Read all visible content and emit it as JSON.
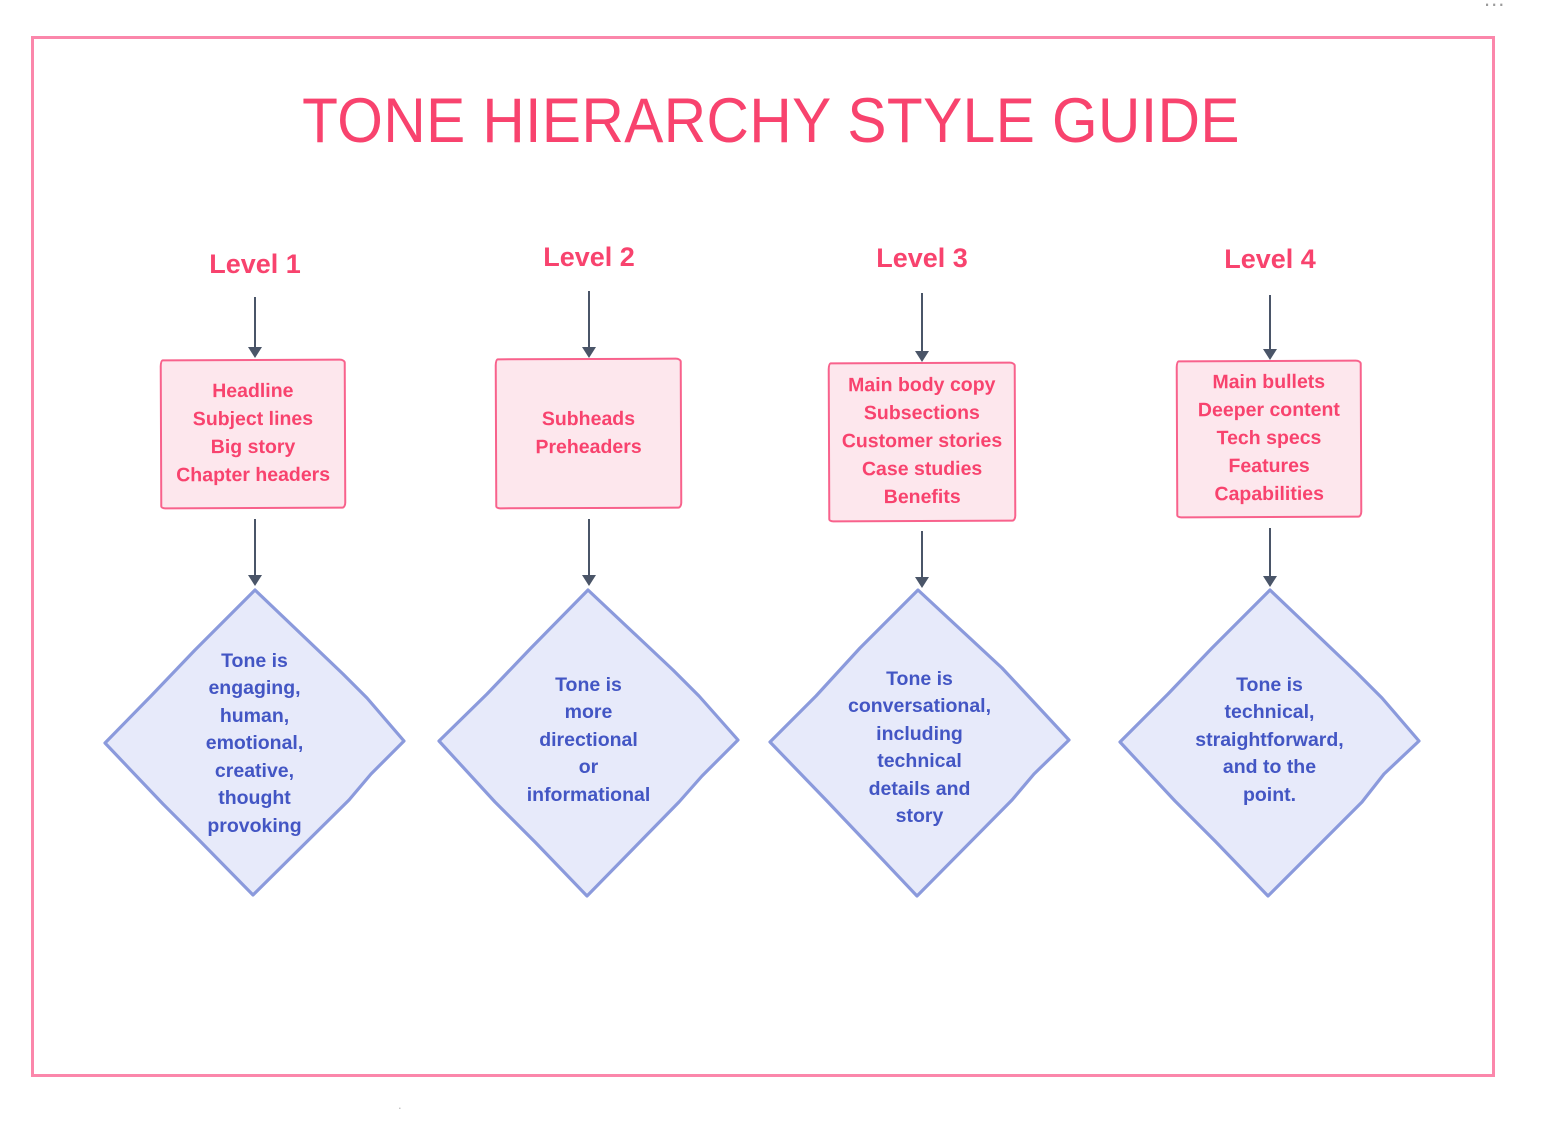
{
  "page": {
    "title": "TONE HIERARCHY STYLE GUIDE",
    "top_ellipsis": "...",
    "bottom_artifact": "."
  },
  "colors": {
    "frame_border": "#fb87ab",
    "title": "#f8436e",
    "box_fill": "#fde7ed",
    "box_border": "#f8628c",
    "box_text": "#f8436e",
    "diamond_fill": "#e7eafa",
    "diamond_border": "#8b9adc",
    "diamond_text": "#4356c4",
    "arrow": "#4a5568"
  },
  "columns": [
    {
      "label": "Level 1",
      "box_text": "Headline\nSubject lines\nBig story\nChapter headers",
      "diamond_text": "Tone is\nengaging,\nhuman,\nemotional,\ncreative,\nthought\nprovoking"
    },
    {
      "label": "Level 2",
      "box_text": "Subheads\nPreheaders",
      "diamond_text": "Tone is\nmore\ndirectional\nor\ninformational"
    },
    {
      "label": "Level 3",
      "box_text": "Main body copy\nSubsections\nCustomer stories\nCase studies\nBenefits",
      "diamond_text": "Tone is\nconversational,\nincluding\ntechnical\ndetails and\nstory"
    },
    {
      "label": "Level 4",
      "box_text": "Main bullets\nDeeper content\nTech specs\nFeatures\nCapabilities",
      "diamond_text": "Tone is\ntechnical,\nstraightforward,\nand to the\npoint."
    }
  ]
}
